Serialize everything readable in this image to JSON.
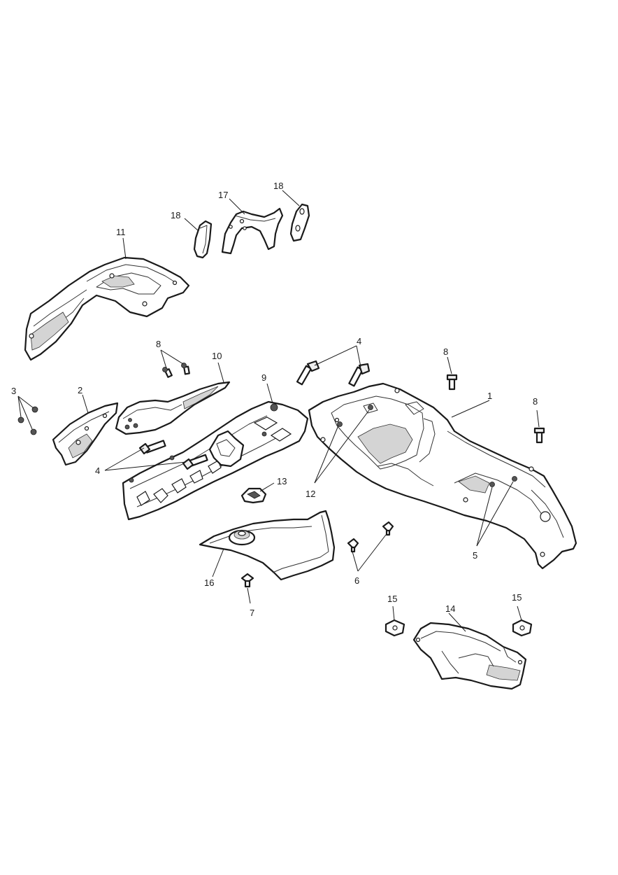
{
  "callouts": {
    "c1": "1",
    "c2": "2",
    "c3": "3",
    "c4a": "4",
    "c4b": "4",
    "c5": "5",
    "c6": "6",
    "c7": "7",
    "c8a": "8",
    "c8b": "8",
    "c8c": "8",
    "c9": "9",
    "c10": "10",
    "c11": "11",
    "c12": "12",
    "c13": "13",
    "c14": "14",
    "c15a": "15",
    "c15b": "15",
    "c16": "16",
    "c17": "17",
    "c18a": "18",
    "c18b": "18"
  }
}
